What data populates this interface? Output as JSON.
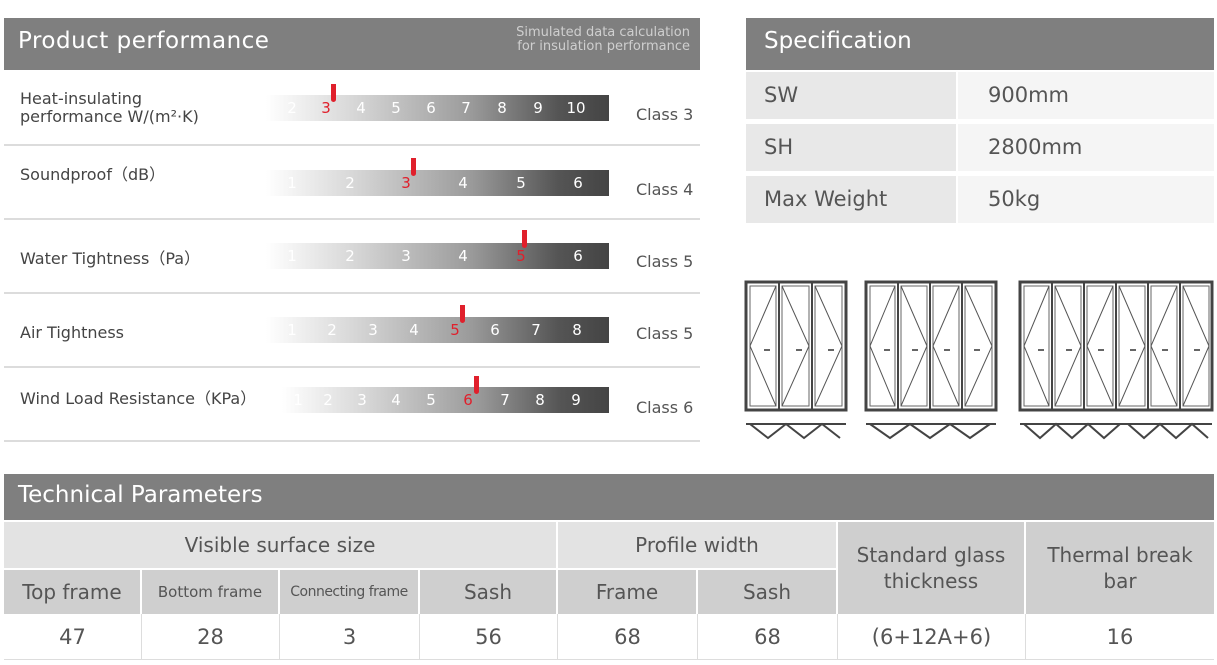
{
  "performance": {
    "title": "Product performance",
    "note_line1": "Simulated data calculation",
    "note_line2": "for insulation performance",
    "rows": [
      {
        "label_line1": "Heat-insulating",
        "label_line2": "performance  W/(m²·K)",
        "ticks": [
          "2",
          "3",
          "4",
          "5",
          "6",
          "7",
          "8",
          "9",
          "10"
        ],
        "selected": "3",
        "class": "Class 3"
      },
      {
        "label_line1": "Soundproof（dB）",
        "label_line2": "",
        "ticks": [
          "1",
          "2",
          "3",
          "4",
          "5",
          "6"
        ],
        "selected": "3",
        "class": "Class 4"
      },
      {
        "label_line1": "Water Tightness（Pa）",
        "label_line2": "",
        "ticks": [
          "1",
          "2",
          "3",
          "4",
          "5",
          "6"
        ],
        "selected": "5",
        "class": "Class 5"
      },
      {
        "label_line1": "Air Tightness",
        "label_line2": "",
        "ticks": [
          "1",
          "2",
          "3",
          "4",
          "5",
          "6",
          "7",
          "8"
        ],
        "selected": "5",
        "class": "Class 5"
      },
      {
        "label_line1": "Wind Load Resistance（KPa）",
        "label_line2": "",
        "ticks": [
          "1",
          "2",
          "3",
          "4",
          "5",
          "6",
          "7",
          "8",
          "9"
        ],
        "selected": "6",
        "class": "Class 6"
      }
    ]
  },
  "specification": {
    "title": "Specification",
    "rows": [
      {
        "key": "SW",
        "value": "900mm"
      },
      {
        "key": "SH",
        "value": "2800mm"
      },
      {
        "key": "Max Weight",
        "value": "50kg"
      }
    ]
  },
  "technical": {
    "title": "Technical Parameters",
    "group_visible": "Visible surface size",
    "group_profile": "Profile width",
    "glass_line1": "Standard glass",
    "glass_line2": "thickness",
    "thermal_line1": "Thermal break",
    "thermal_line2": "bar",
    "sub_top": "Top frame",
    "sub_bottom": "Bottom frame",
    "sub_connecting": "Connecting frame",
    "sub_sash": "Sash",
    "sub_frame": "Frame",
    "sub_sash2": "Sash",
    "val_top": "47",
    "val_bottom": "28",
    "val_connecting": "3",
    "val_sash": "56",
    "val_frame": "68",
    "val_sash2": "68",
    "val_glass": "(6+12A+6)",
    "val_thermal": "16"
  },
  "colors": {
    "accent": "#e0202c",
    "header": "#7f7f7f"
  }
}
